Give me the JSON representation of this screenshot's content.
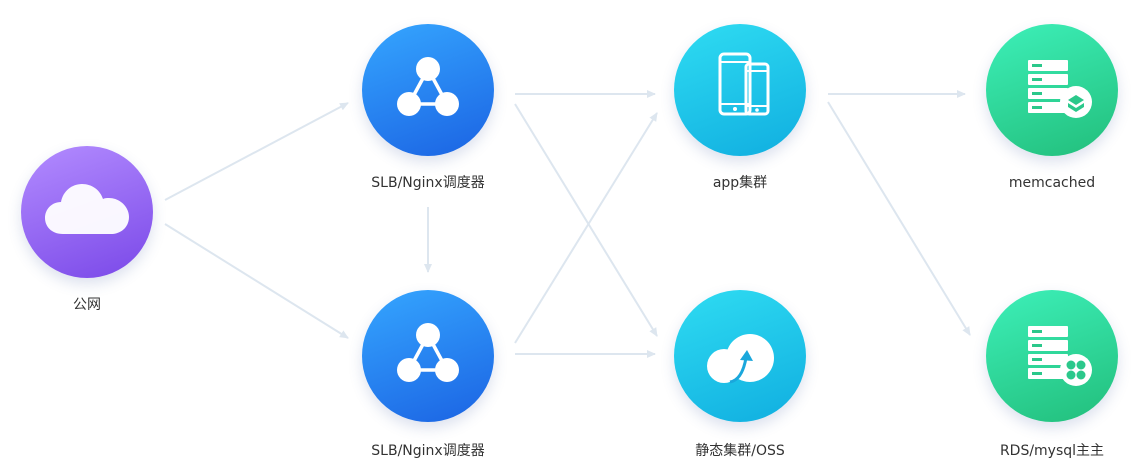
{
  "nodes": {
    "internet": {
      "label": "公网",
      "icon": "cloud-icon",
      "color": "#8b5cf6"
    },
    "slb_top": {
      "label": "SLB/Nginx调度器",
      "icon": "network-nodes-icon",
      "color": "#2b82f0"
    },
    "slb_bottom": {
      "label": "SLB/Nginx调度器",
      "icon": "network-nodes-icon",
      "color": "#2b82f0"
    },
    "app": {
      "label": "app集群",
      "icon": "mobile-devices-icon",
      "color": "#1cc6ea"
    },
    "oss": {
      "label": "静态集群/OSS",
      "icon": "cloud-upload-icon",
      "color": "#1cc6ea"
    },
    "memcached": {
      "label": "memcached",
      "icon": "server-stack-icon",
      "color": "#2fd99a"
    },
    "rds": {
      "label": "RDS/mysql主主",
      "icon": "database-server-icon",
      "color": "#2fd99a"
    }
  },
  "edges": [
    {
      "from": "internet",
      "to": "slb_top"
    },
    {
      "from": "internet",
      "to": "slb_bottom"
    },
    {
      "from": "slb_top",
      "to": "slb_bottom"
    },
    {
      "from": "slb_top",
      "to": "app"
    },
    {
      "from": "slb_top",
      "to": "oss"
    },
    {
      "from": "slb_bottom",
      "to": "app"
    },
    {
      "from": "slb_bottom",
      "to": "oss"
    },
    {
      "from": "app",
      "to": "memcached"
    },
    {
      "from": "app",
      "to": "rds"
    }
  ],
  "colors": {
    "edge": "#dde6ef",
    "label": "#333333"
  }
}
